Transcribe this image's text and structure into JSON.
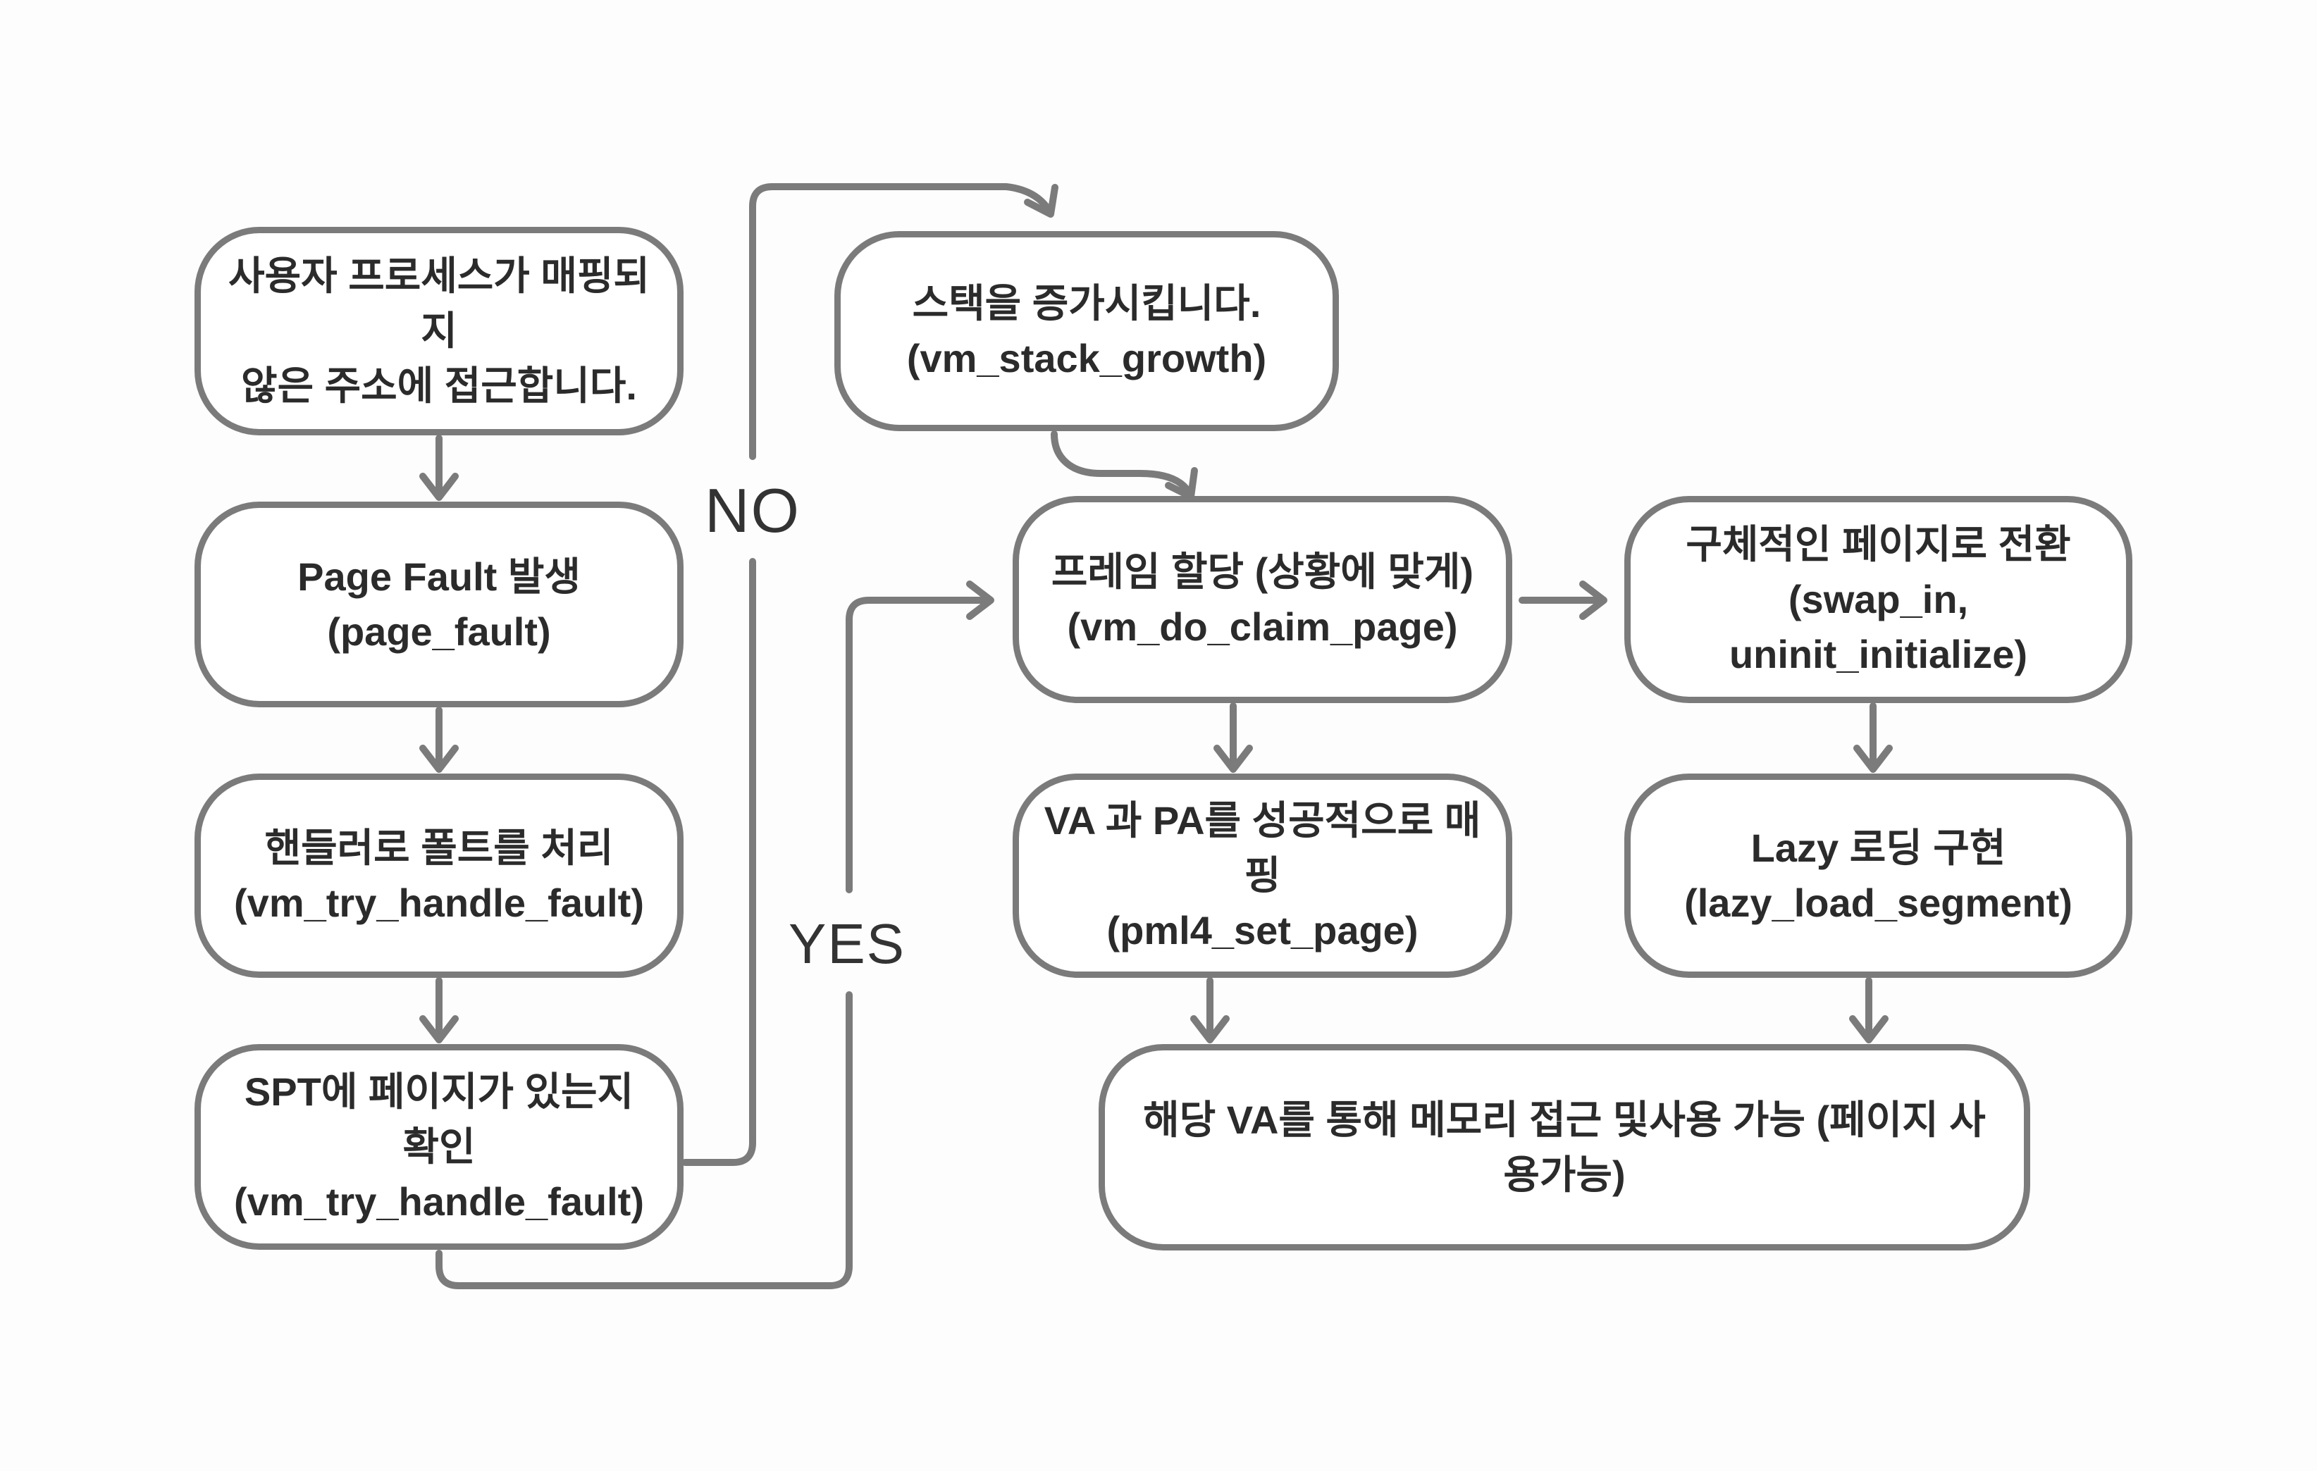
{
  "diagram_title": "Page fault handling flow (PintOS virtual memory)",
  "colors": {
    "line": "#7b7b7b",
    "text": "#2b2b2b",
    "label": "#333333",
    "background": "#fdfdfd"
  },
  "nodes": {
    "user_access": {
      "line1": "사용자 프로세스가 매핑되지",
      "line2": "않은 주소에 접근합니다."
    },
    "page_fault": {
      "line1": "Page Fault 발생",
      "line2": "(page_fault)"
    },
    "handle_fault": {
      "line1": "핸들러로 폴트를 처리",
      "line2": "(vm_try_handle_fault)"
    },
    "spt_check": {
      "line1": "SPT에 페이지가 있는지 확인",
      "line2": "(vm_try_handle_fault)"
    },
    "stack_growth": {
      "line1": "스택을 증가시킵니다.",
      "line2": "(vm_stack_growth)"
    },
    "claim_frame": {
      "line1": "프레임 할당 (상황에 맞게)",
      "line2": "(vm_do_claim_page)"
    },
    "page_transition": {
      "line1": "구체적인 페이지로 전환",
      "line2": "(swap_in, uninit_initialize)"
    },
    "map_va_pa": {
      "line1": "VA 과 PA를 성공적으로 매핑",
      "line2": "(pml4_set_page)"
    },
    "lazy_loading": {
      "line1": "Lazy 로딩 구현",
      "line2": "(lazy_load_segment)"
    },
    "final": {
      "line1": "해당 VA를 통해 메모리 접근 및사용 가능 (페이지 사용가능)"
    }
  },
  "edge_labels": {
    "no": "NO",
    "yes": "YES"
  }
}
